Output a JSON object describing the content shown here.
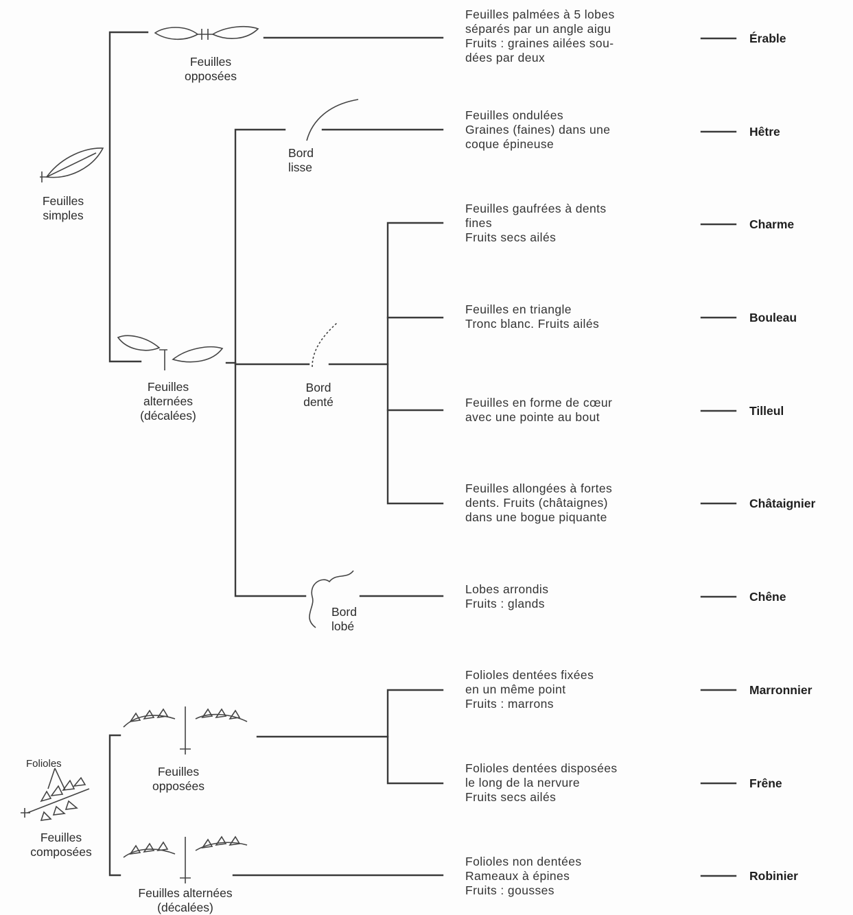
{
  "simple": {
    "root_label": "Feuilles\nsimples",
    "opposed_label": "Feuilles\nopposées",
    "alternate_label": "Feuilles\nalternées\n(décalées)",
    "smooth_label": "Bord\nlisse",
    "toothed_label": "Bord\ndenté",
    "lobed_label": "Bord\nlobé"
  },
  "compound": {
    "root_label": "Feuilles\ncomposées",
    "folioles_label": "Folioles",
    "opposed_label": "Feuilles\nopposées",
    "alternate_label": "Feuilles alternées\n(décalées)"
  },
  "species": [
    {
      "description": "Feuilles palmées à 5 lobes\nséparés par un angle aigu\nFruits : graines ailées sou-\ndées par deux",
      "name": "Érable"
    },
    {
      "description": "Feuilles ondulées\nGraines (faines) dans une\ncoque épineuse",
      "name": "Hêtre"
    },
    {
      "description": "Feuilles gaufrées à dents\nfines\nFruits secs ailés",
      "name": "Charme"
    },
    {
      "description": "Feuilles en triangle\nTronc blanc. Fruits ailés",
      "name": "Bouleau"
    },
    {
      "description": "Feuilles en forme de cœur\navec une pointe au bout",
      "name": "Tilleul"
    },
    {
      "description": "Feuilles allongées à fortes\ndents. Fruits (châtaignes)\ndans une bogue piquante",
      "name": "Châtaignier"
    },
    {
      "description": "Lobes arrondis\nFruits : glands",
      "name": "Chêne"
    },
    {
      "description": "Folioles dentées fixées\nen un même point\nFruits : marrons",
      "name": "Marronnier"
    },
    {
      "description": "Folioles dentées disposées\nle long de la nervure\nFruits secs ailés",
      "name": "Frêne"
    },
    {
      "description": "Folioles non dentées\nRameaux à épines\nFruits : gousses",
      "name": "Robinier"
    }
  ]
}
